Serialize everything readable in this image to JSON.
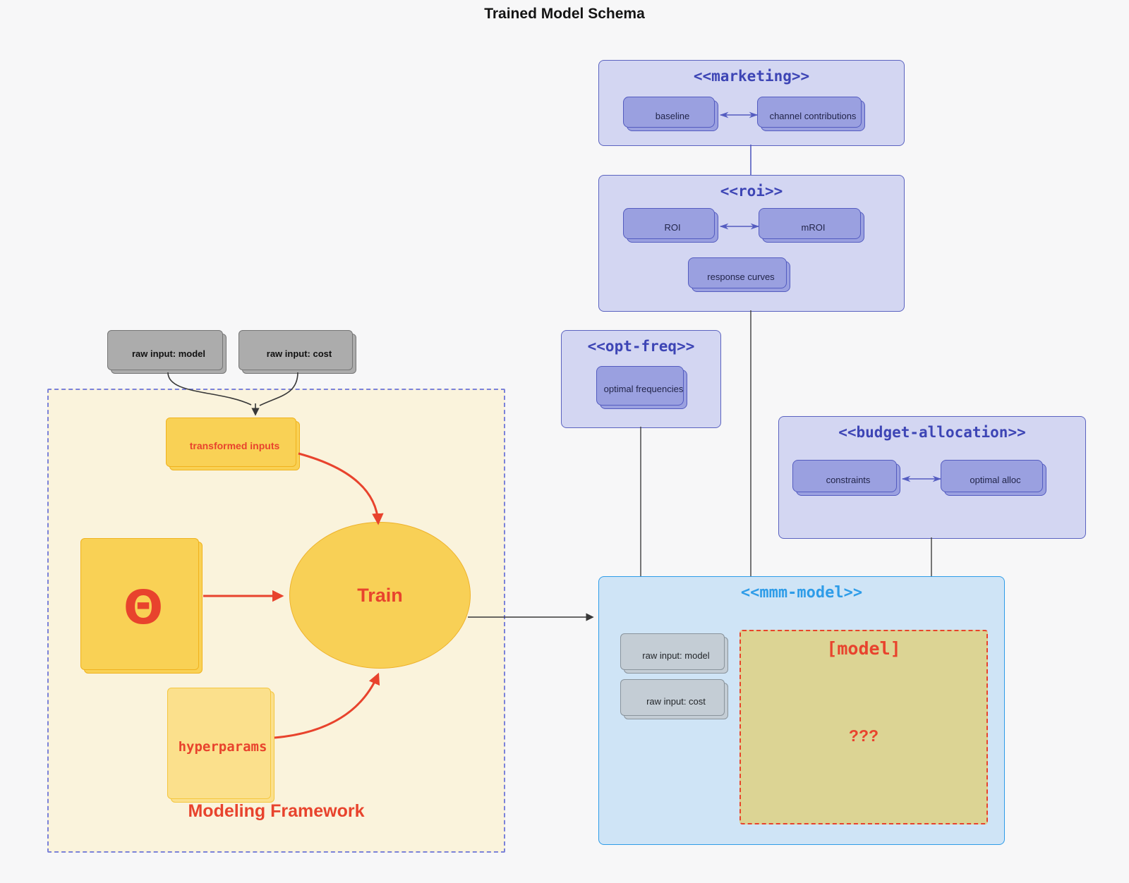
{
  "diagram_title": "Trained Model Schema",
  "clusters": {
    "marketing": {
      "title": "<<marketing>>",
      "nodes": {
        "baseline": "baseline",
        "channel_contributions": "channel contributions"
      }
    },
    "roi": {
      "title": "<<roi>>",
      "nodes": {
        "roi": "ROI",
        "mroi": "mROI",
        "response_curves": "response curves"
      }
    },
    "opt_freq": {
      "title": "<<opt-freq>>",
      "nodes": {
        "optimal_frequencies": "optimal frequencies"
      }
    },
    "budget_allocation": {
      "title": "<<budget-allocation>>",
      "nodes": {
        "constraints": "constraints",
        "optimal_alloc": "optimal alloc"
      }
    },
    "mmm_model": {
      "title": "<<mmm-model>>",
      "nodes": {
        "raw_input_model": "raw input: model",
        "raw_input_cost": "raw input: cost",
        "model_header": "[model]",
        "model_body": "???"
      }
    }
  },
  "framework": {
    "label": "Modeling Framework",
    "external_inputs": {
      "raw_input_model": "raw input: model",
      "raw_input_cost": "raw input: cost"
    },
    "nodes": {
      "transformed_inputs": "transformed inputs",
      "theta": "Θ",
      "train": "Train",
      "hyperparams": "hyperparams"
    }
  },
  "colors": {
    "background": "#f7f7f8",
    "cluster_fill": "#d3d6f2",
    "cluster_border": "#5b63c0",
    "cluster_title_text": "#3d45b5",
    "node_purple_fill": "#9aa0e0",
    "node_purple_border": "#545cc0",
    "mmm_fill": "#cfe4f6",
    "mmm_accent": "#2e9ce8",
    "gray_input_fill": "#acacac",
    "mmm_gray_fill": "#c4cdd5",
    "framework_fill": "#faf3dc",
    "framework_border": "#7b82d9",
    "yellow_fill": "#f9d155",
    "yellow_light_fill": "#fbe08c",
    "khaki_fill": "#dcd494",
    "accent_red": "#e8432d",
    "dark_line": "#383838"
  }
}
